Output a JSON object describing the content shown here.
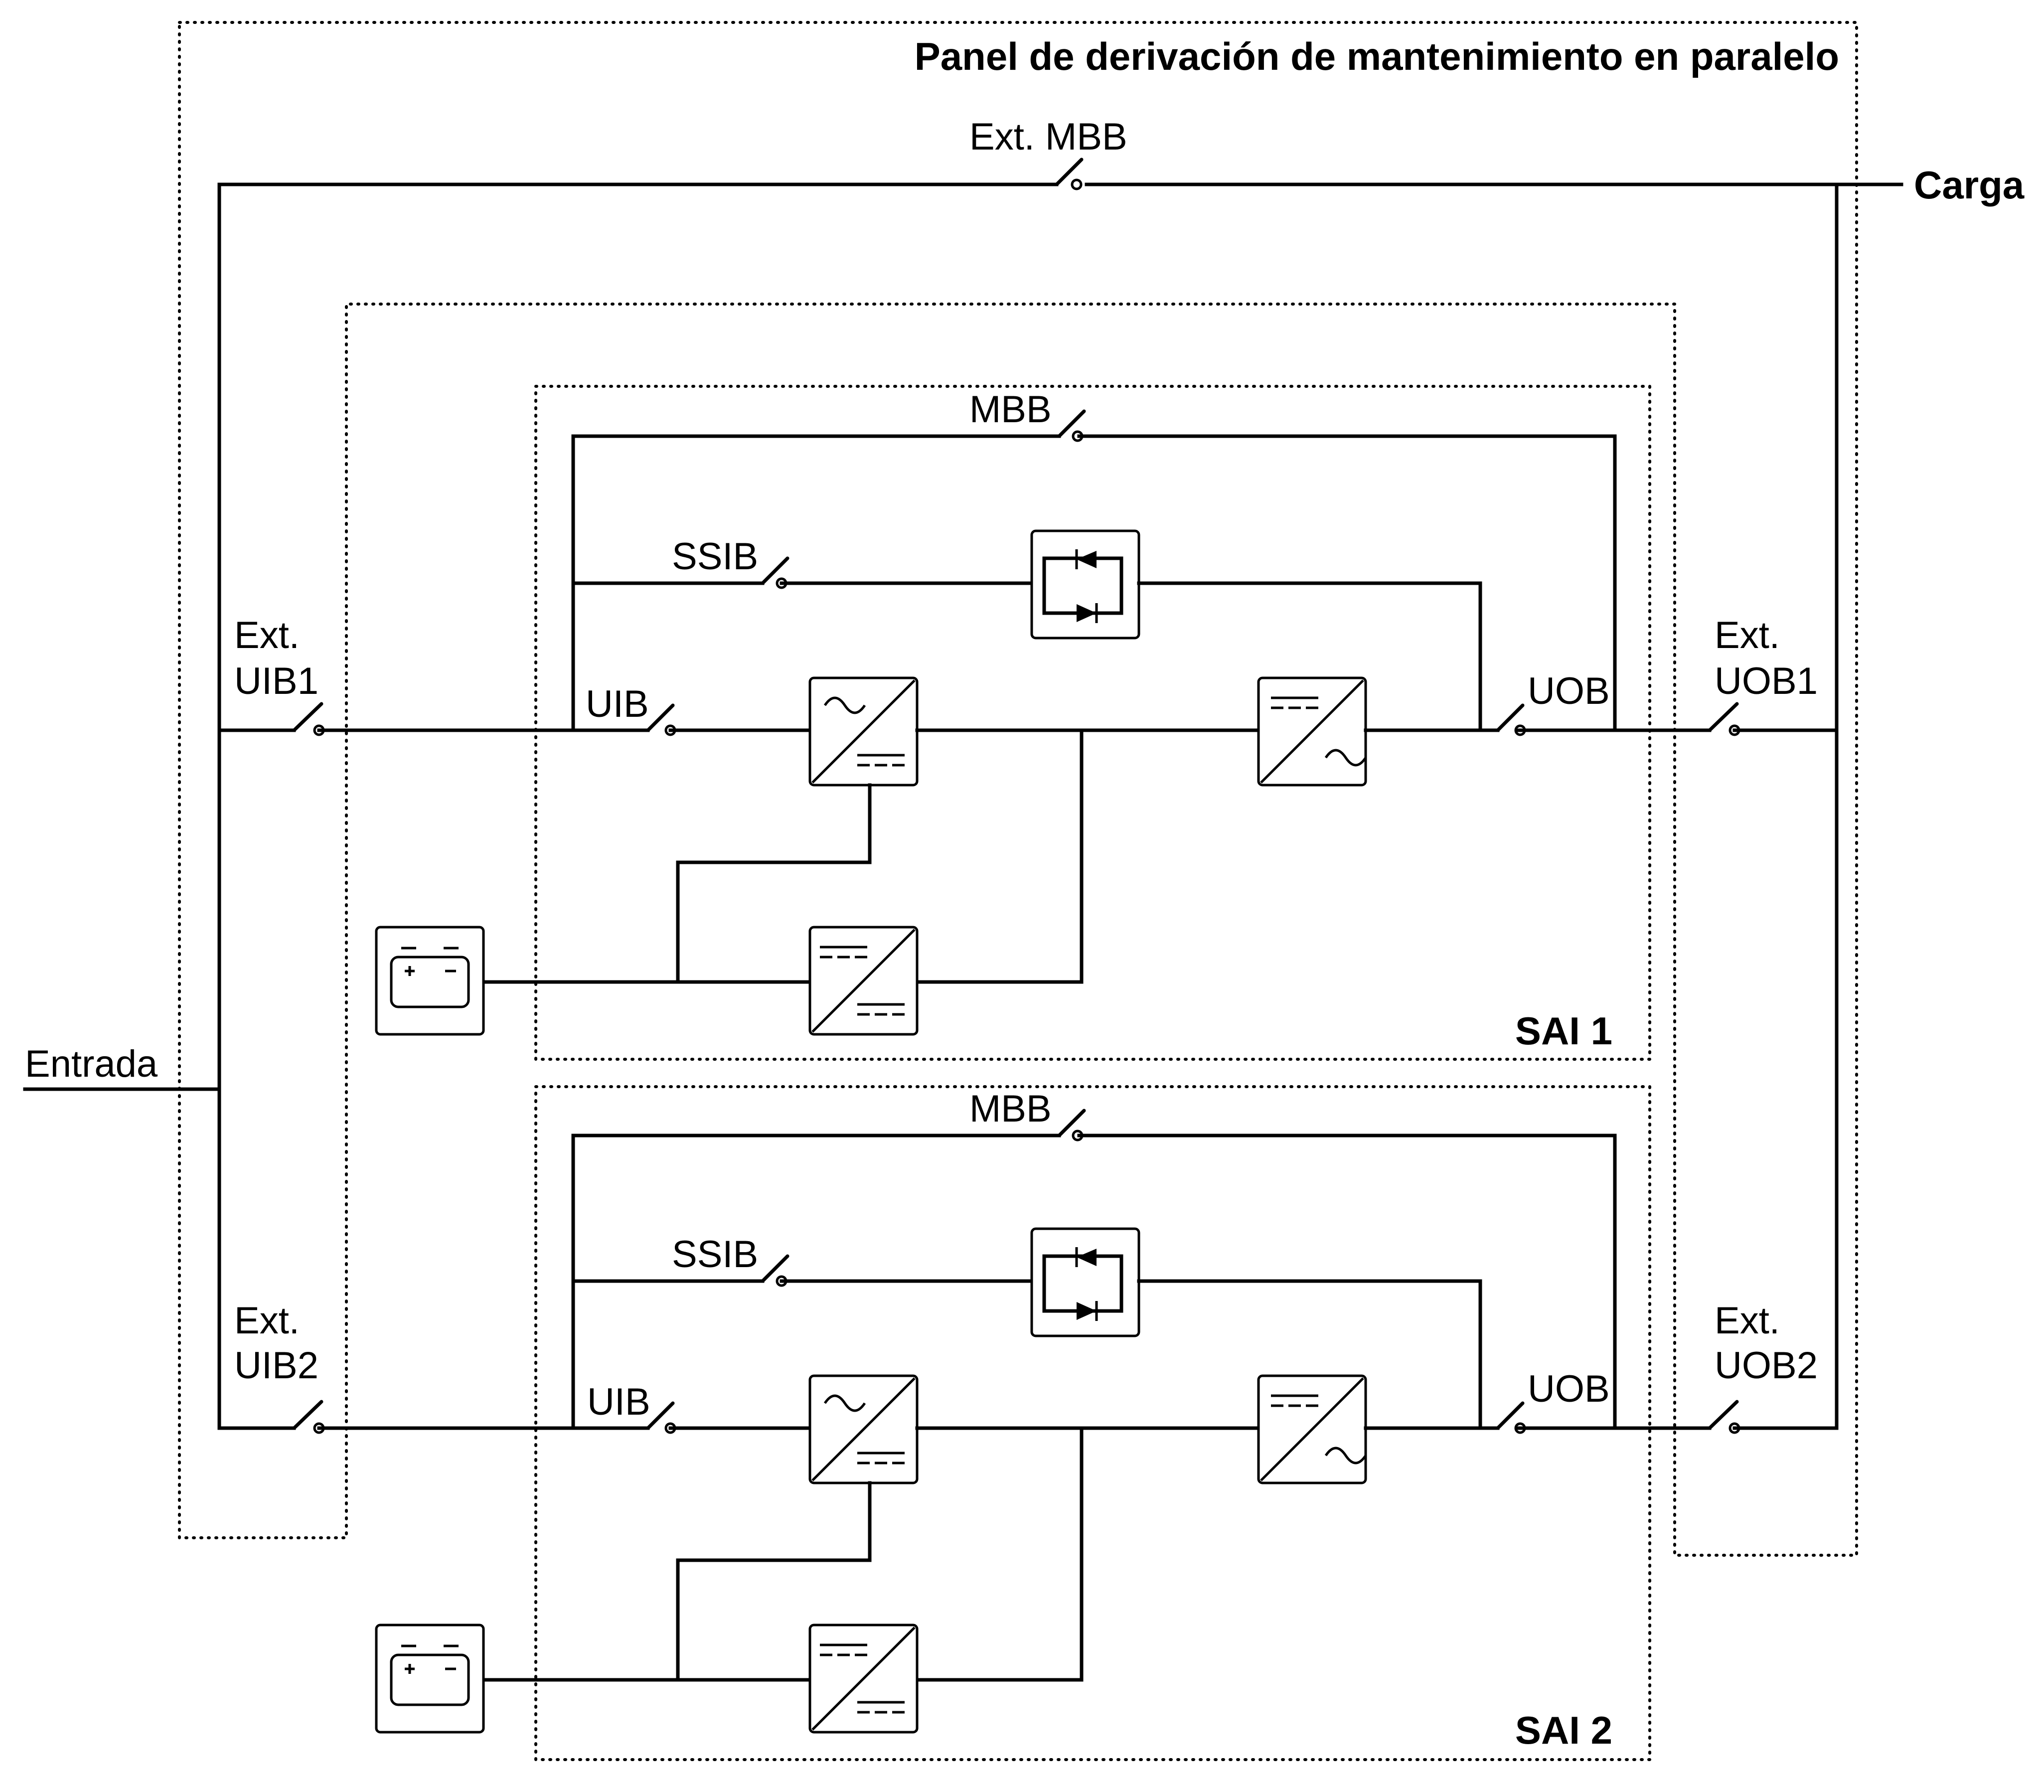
{
  "title": "Panel de derivación de mantenimiento en paralelo",
  "input_label": "Entrada",
  "load_label": "Carga",
  "ext_mbb_label": "Ext. MBB",
  "external_switches": {
    "uib1": [
      "Ext.",
      "UIB1"
    ],
    "uib2": [
      "Ext.",
      "UIB2"
    ],
    "uob1": [
      "Ext.",
      "UOB1"
    ],
    "uob2": [
      "Ext.",
      "UOB2"
    ]
  },
  "ups_units": [
    {
      "name": "SAI 1",
      "switches": {
        "mbb": "MBB",
        "ssib": "SSIB",
        "uib": "UIB",
        "uob": "UOB"
      }
    },
    {
      "name": "SAI 2",
      "switches": {
        "mbb": "MBB",
        "ssib": "SSIB",
        "uib": "UIB",
        "uob": "UOB"
      }
    }
  ],
  "icons": [
    "ac-dc-rectifier-icon",
    "dc-ac-inverter-icon",
    "dc-dc-converter-icon",
    "static-switch-thyristor-icon",
    "battery-icon",
    "circuit-breaker-icon"
  ],
  "colors": {
    "line": "#000000",
    "background": "#ffffff"
  }
}
